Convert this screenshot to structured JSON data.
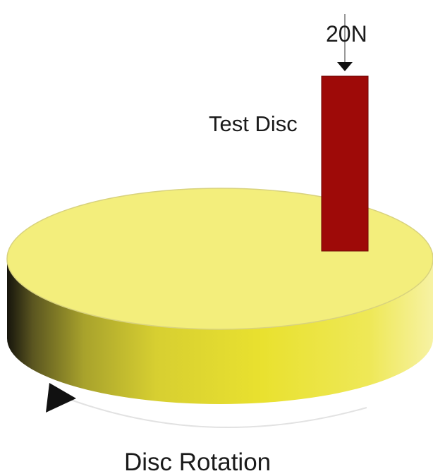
{
  "labels": {
    "force": "20N",
    "test_disc": "Test Disc",
    "rotation": "Disc Rotation"
  },
  "colors": {
    "background": "#ffffff",
    "disc_top": "#f3ee7c",
    "disc_top_stroke": "#d9d38a",
    "disc_side_light": "#f6f08f",
    "disc_side_mid": "#e8df2f",
    "disc_side_dark": "#15140c",
    "pin": "#9e0a08",
    "pin_stroke": "#5c0303",
    "arrow": "#111111",
    "rotation_arc": "#e6e6e6",
    "text": "#1a1a1a"
  }
}
